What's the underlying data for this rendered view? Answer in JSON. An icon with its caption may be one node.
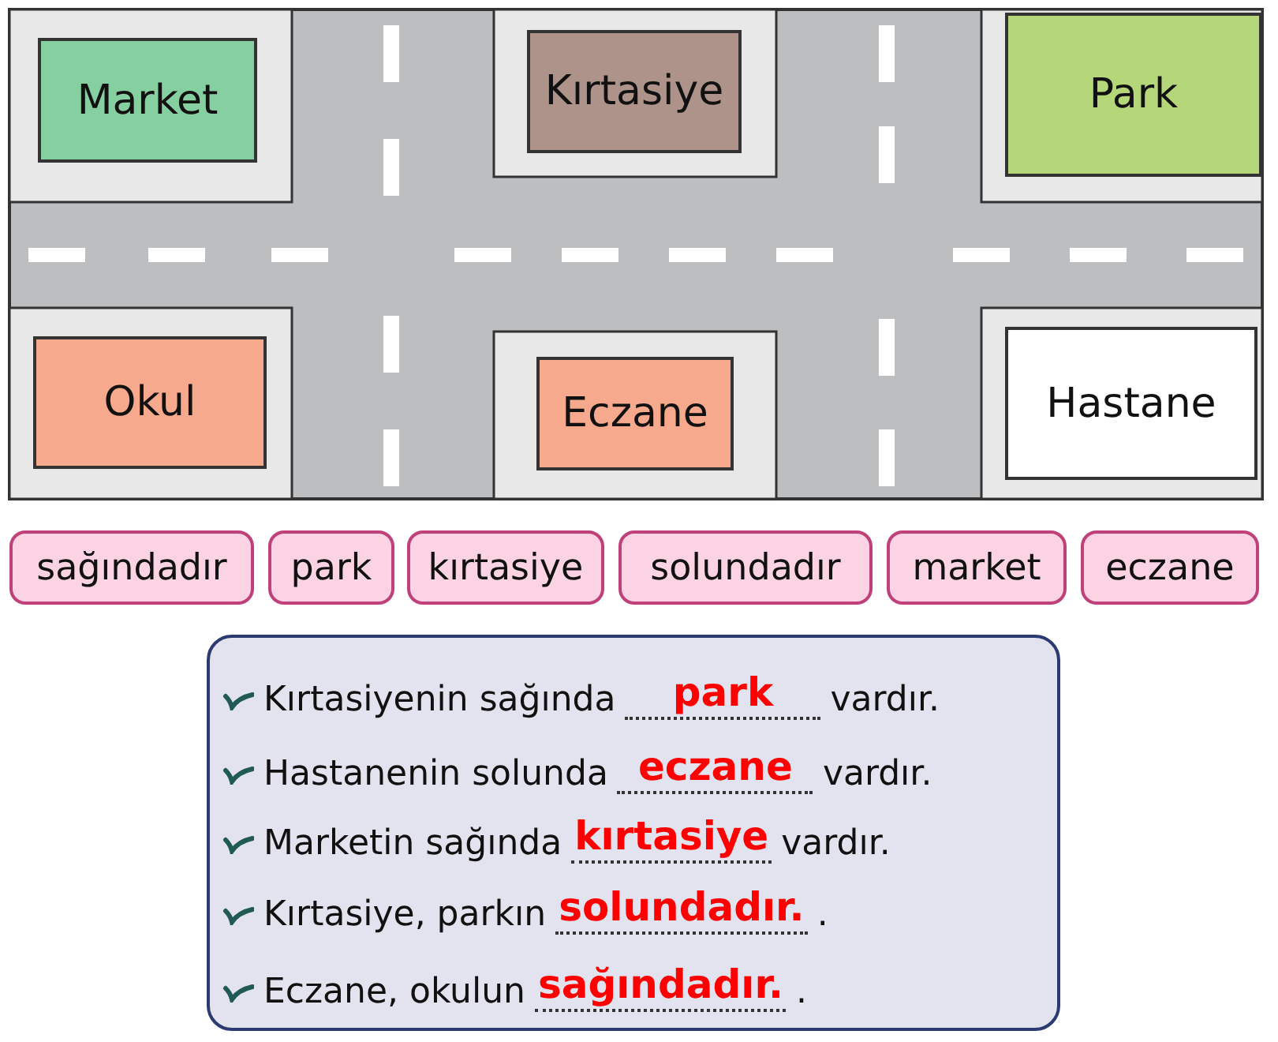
{
  "diagram": {
    "nodes": [
      {
        "text": [
          "Market"
        ]
      },
      {
        "text": [
          "Kırtasiye"
        ]
      },
      {
        "text": [
          "Park"
        ]
      },
      {
        "text": [
          "Okul"
        ]
      },
      {
        "text": [
          "Eczane"
        ]
      },
      {
        "text": [
          "Hastane"
        ]
      },
      {
        "text": [
          "sağındadır"
        ]
      },
      {
        "text": [
          "park"
        ]
      },
      {
        "text": [
          "kırtasiye"
        ]
      },
      {
        "text": [
          "solundadır"
        ]
      },
      {
        "text": [
          "market"
        ]
      },
      {
        "text": [
          "eczane"
        ]
      },
      {
        "text": [
          "Kırtasiyenin sağında",
          "park",
          "vardır.",
          "Hastanenin solunda",
          "eczane",
          "vardır.",
          "Marketin sağında",
          "kırtasiye",
          "vardır.",
          "Kırtasiye, parkın",
          "solundadır.",
          ".",
          "Eczane, okulun",
          "sağındadır.",
          "."
        ]
      }
    ],
    "edges": []
  }
}
